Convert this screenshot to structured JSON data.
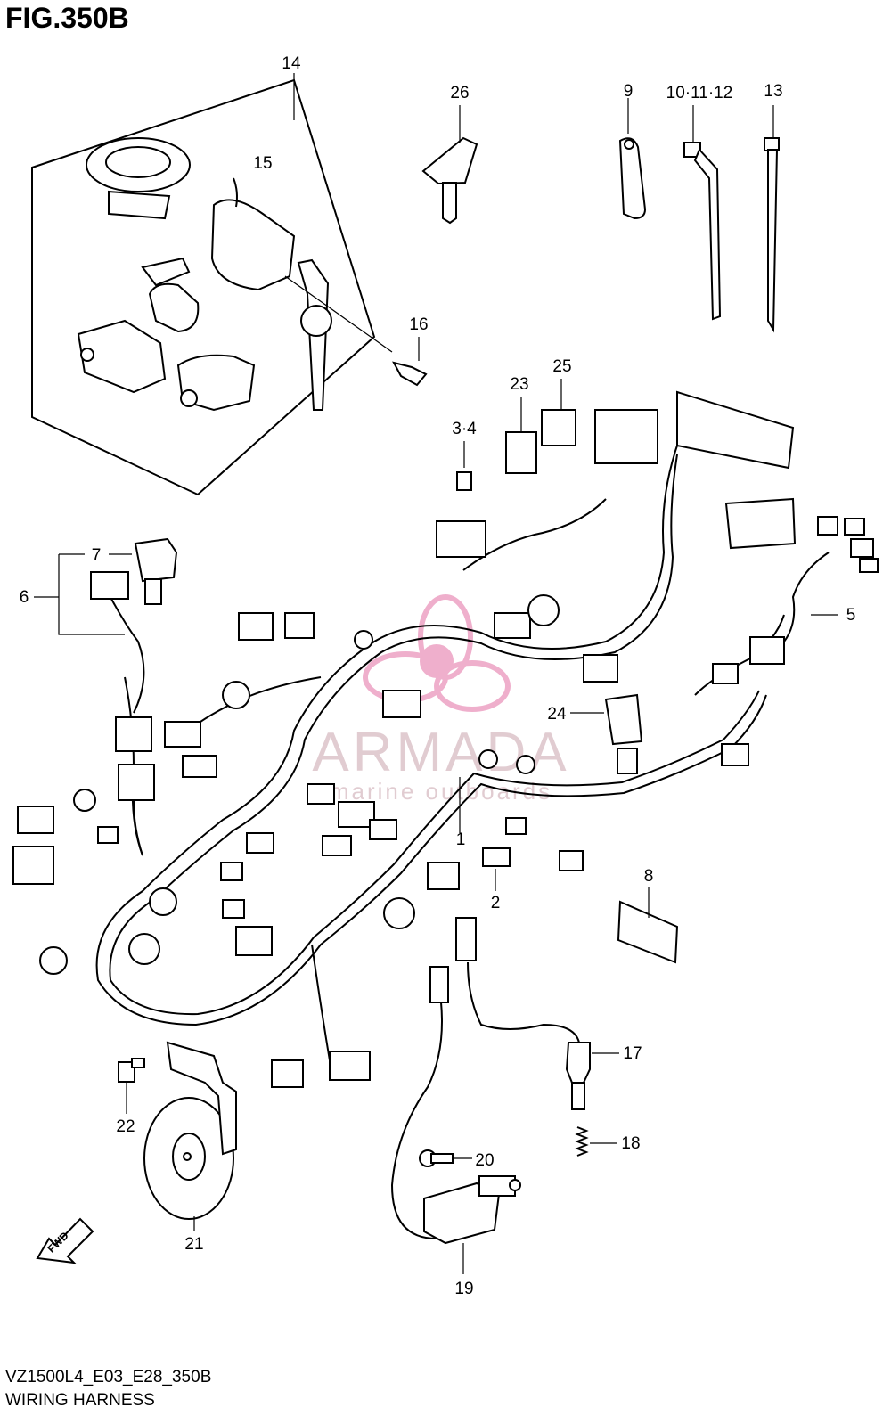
{
  "figure": {
    "title": "FIG.350B",
    "model_code": "VZ1500L4_E03_E28_350B",
    "section_name": "WIRING HARNESS"
  },
  "callouts": [
    "14",
    "15",
    "16",
    "26",
    "9",
    "10·11·12",
    "13",
    "23",
    "25",
    "3·4",
    "7",
    "6",
    "5",
    "24",
    "1",
    "2",
    "8",
    "17",
    "18",
    "20",
    "19",
    "21",
    "22"
  ],
  "watermark": {
    "brand": "ARMADA",
    "tagline": "marine outboards",
    "color": "#e8a9c4"
  },
  "direction_marker": "FWD"
}
